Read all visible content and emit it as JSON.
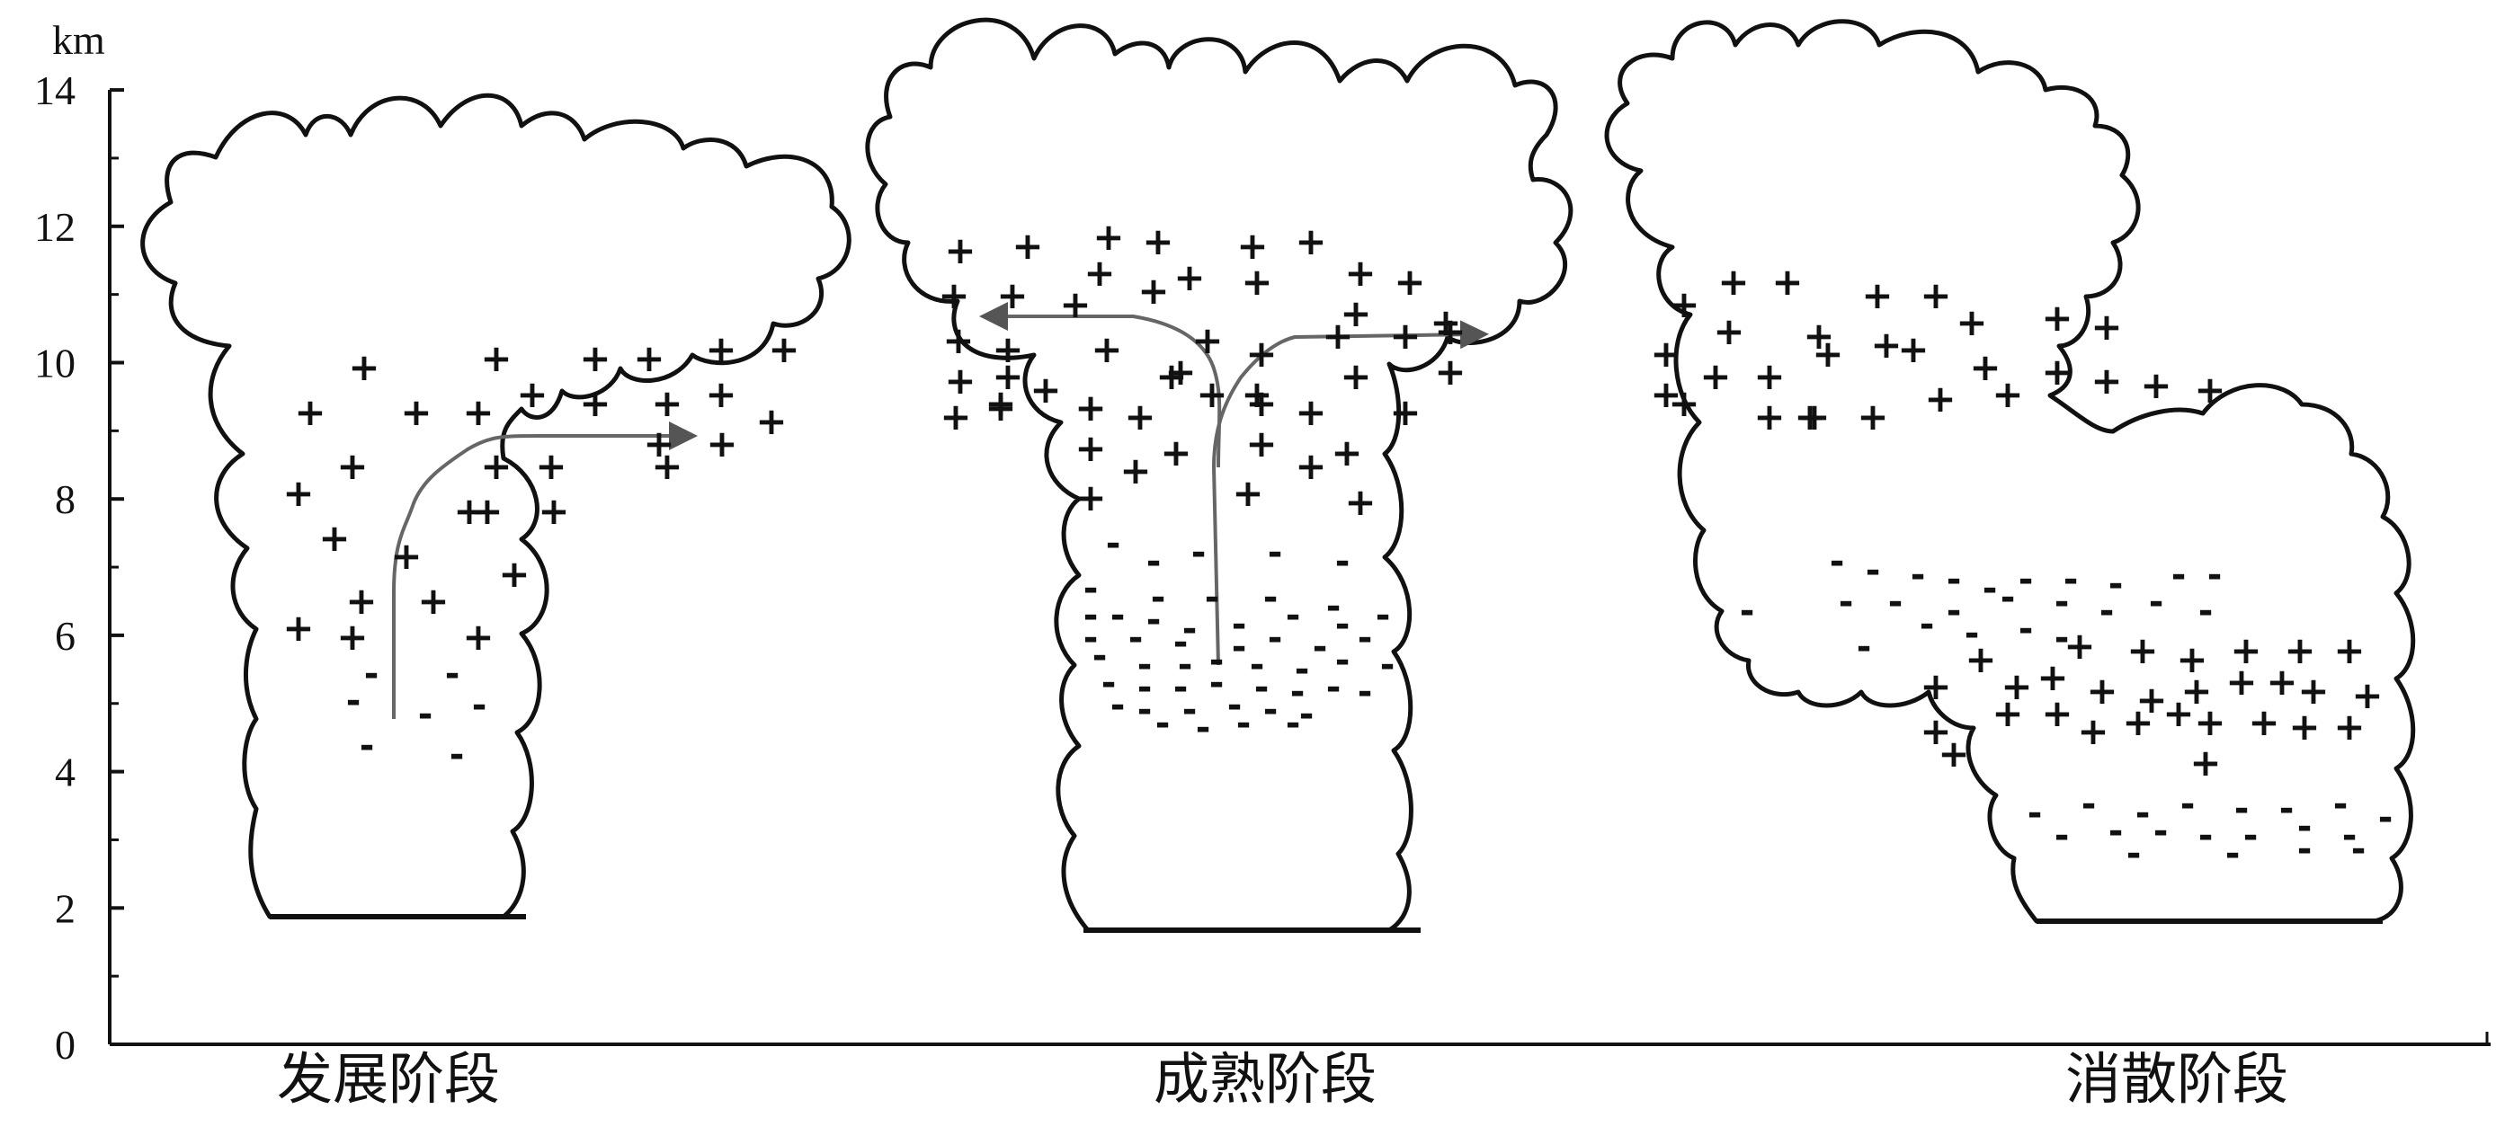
{
  "axis": {
    "unit": "km",
    "ticks": [
      "0",
      "2",
      "4",
      "6",
      "8",
      "10",
      "12",
      "14"
    ]
  },
  "stages": [
    {
      "label": "发展阶段"
    },
    {
      "label": "成熟阶段"
    },
    {
      "label": "消散阶段"
    }
  ],
  "symbols": {
    "positive": "+",
    "negative": "-"
  },
  "colors": {
    "outline": "#111111",
    "arrow": "#666666",
    "background": "#ffffff"
  }
}
